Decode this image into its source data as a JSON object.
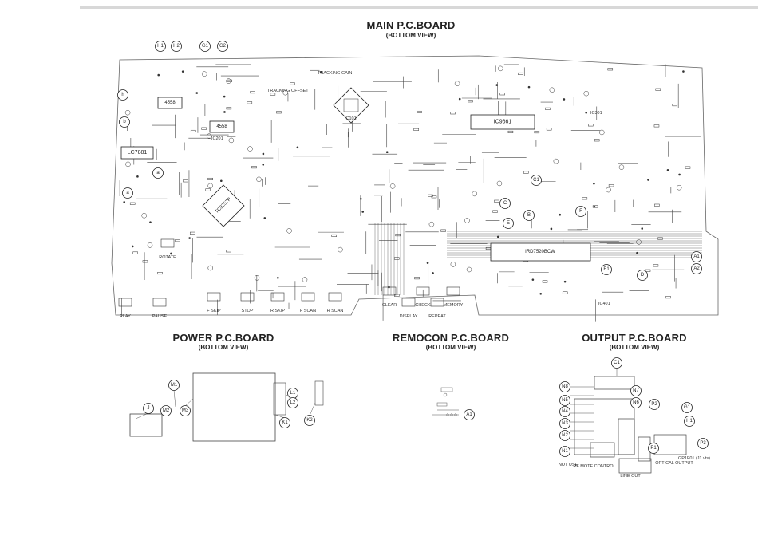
{
  "boards": {
    "main": {
      "title": "MAIN P.C.BOARD",
      "subtitle": "(BOTTOM VIEW)"
    },
    "power": {
      "title": "POWER P.C.BOARD",
      "subtitle": "(BOTTOM VIEW)"
    },
    "remocon": {
      "title": "REMOCON P.C.BOARD",
      "subtitle": "(BOTTOM VIEW)"
    },
    "output": {
      "title": "OUTPUT P.C.BOARD",
      "subtitle": "(BOTTOM VIEW)"
    }
  },
  "main_board": {
    "ics": [
      "4558",
      "4558",
      "LC7881",
      "TC9257P",
      "IC9661",
      "IRD7520BCW"
    ],
    "labels": [
      "TRACKING OFFSET",
      "TRACKING GAIN",
      "IC101",
      "IC201",
      "IC301",
      "IC401"
    ],
    "connectors": [
      "H1",
      "H2",
      "G1",
      "G2",
      "h",
      "b",
      "a",
      "B",
      "C",
      "C1",
      "F",
      "E",
      "E1",
      "D",
      "A1",
      "A2"
    ],
    "switches": [
      "PLAY",
      "PAUSE",
      "ROTATE",
      "F SKIP",
      "STOP",
      "R SKIP",
      "F SCAN",
      "R SCAN",
      "CLEAR",
      "DISPLAY",
      "CHECK",
      "REPEAT",
      "MEMORY"
    ]
  },
  "power_board": {
    "connectors": [
      "J",
      "M1",
      "M2",
      "M3",
      "L1",
      "L2",
      "K1",
      "K2"
    ]
  },
  "remocon_board": {
    "connectors": [
      "A1"
    ]
  },
  "output_board": {
    "connectors": [
      "C1",
      "N8",
      "N7",
      "N6",
      "N5",
      "N4",
      "N3",
      "N2",
      "N1",
      "P2",
      "G1",
      "H1",
      "P1",
      "P3"
    ],
    "labels": [
      "NOT USE",
      "RF MOTE CONTROL",
      "LINE OUT",
      "OPTICAL OUTPUT",
      "GP1F01 (J1 vts)"
    ]
  },
  "chart_data": {
    "type": "diagram"
  }
}
